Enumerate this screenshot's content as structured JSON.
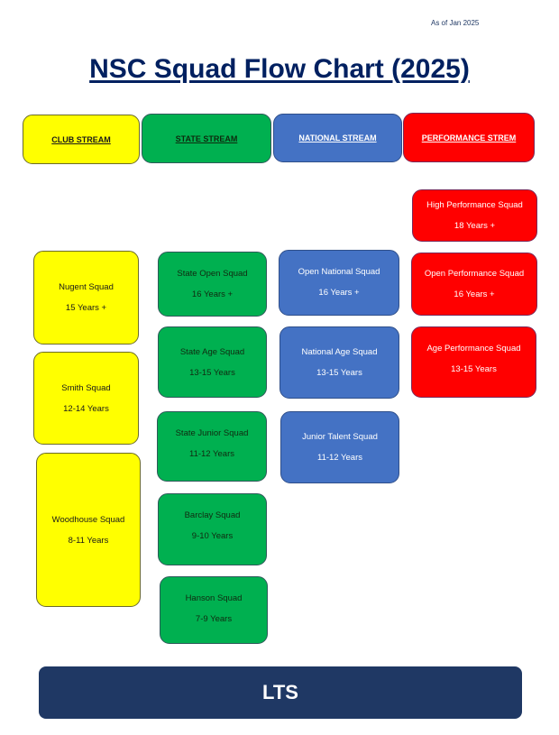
{
  "as_of": "As of Jan 2025",
  "title": "NSC Squad Flow Chart (2025)",
  "colors": {
    "club": "#ffff00",
    "state": "#00b050",
    "national": "#4472c4",
    "performance": "#ff0000",
    "lts": "#1f3864",
    "title": "#002060"
  },
  "streams": {
    "club": {
      "label": "CLUB STREAM",
      "squads": [
        {
          "name": "Nugent Squad",
          "age": "15 Years +"
        },
        {
          "name": "Smith Squad",
          "age": "12-14 Years"
        },
        {
          "name": "Woodhouse Squad",
          "age": "8-11 Years"
        }
      ]
    },
    "state": {
      "label": "STATE STREAM",
      "squads": [
        {
          "name": "State Open Squad",
          "age": "16 Years +"
        },
        {
          "name": "State Age Squad",
          "age": "13-15 Years"
        },
        {
          "name": "State Junior Squad",
          "age": "11-12 Years"
        },
        {
          "name": "Barclay Squad",
          "age": "9-10 Years"
        },
        {
          "name": "Hanson Squad",
          "age": "7-9 Years"
        }
      ]
    },
    "national": {
      "label": "NATIONAL STREAM",
      "squads": [
        {
          "name": "Open National Squad",
          "age": "16 Years +"
        },
        {
          "name": "National Age Squad",
          "age": "13-15 Years"
        },
        {
          "name": "Junior Talent Squad",
          "age": "11-12 Years"
        }
      ]
    },
    "performance": {
      "label": "PERFORMANCE STREM",
      "squads": [
        {
          "name": "High Performance Squad",
          "age": "18 Years +"
        },
        {
          "name": "Open Performance Squad",
          "age": "16 Years +"
        },
        {
          "name": "Age Performance Squad",
          "age": "13-15 Years"
        }
      ]
    }
  },
  "base": {
    "label": "LTS"
  }
}
